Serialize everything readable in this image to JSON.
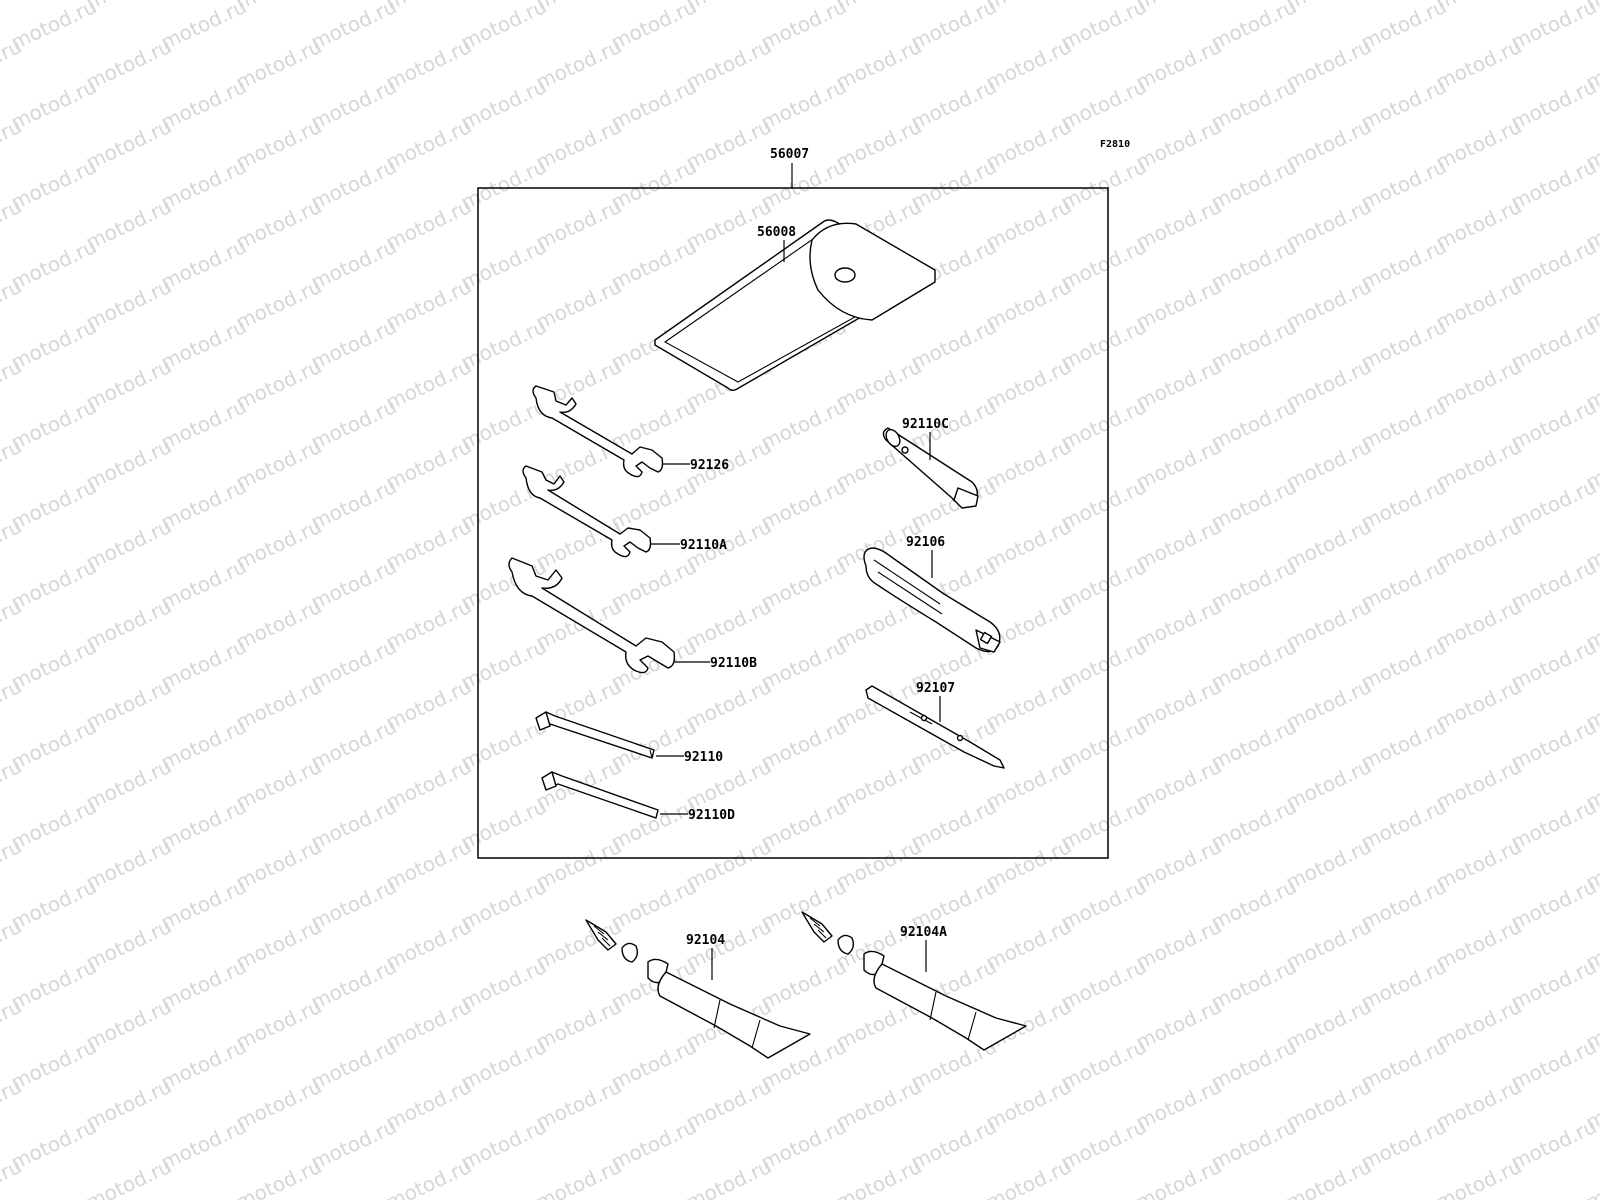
{
  "figure_code": "F2810",
  "watermark": "motod.ru",
  "parts": {
    "kit": "56007",
    "bag": "56008",
    "wrench_a": "92126",
    "wrench_b": "92110A",
    "wrench_c": "92110B",
    "hex_key_a": "92110",
    "hex_key_b": "92110D",
    "box_wrench": "92110C",
    "handle": "92106",
    "screwdriver_bit": "92107",
    "grease_tube_a": "92104",
    "grease_tube_b": "92104A"
  }
}
